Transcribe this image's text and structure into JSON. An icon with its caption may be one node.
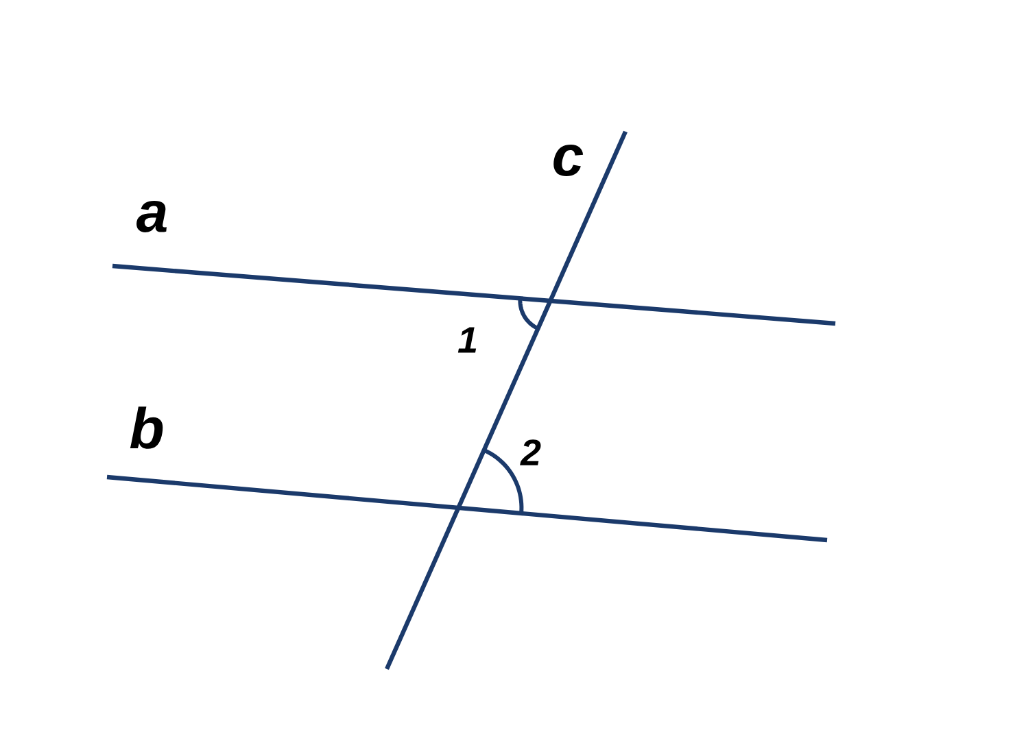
{
  "diagram": {
    "labels": [
      "c",
      "a",
      "1",
      "b",
      "2"
    ]
  }
}
